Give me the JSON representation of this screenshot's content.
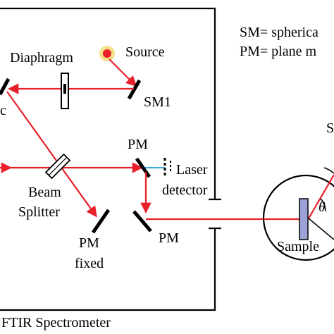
{
  "legend": {
    "sm": "SM= spherica",
    "pm": "PM= plane m"
  },
  "labels": {
    "source": "Source",
    "diaphragm": "Diaphragm",
    "sm1": "SM1",
    "pm_top": "PM",
    "laser_line1": "Laser",
    "laser_line2": "detector",
    "beam_line1": "Beam",
    "beam_line2": "Splitter",
    "pm_fixed_line1": "PM",
    "pm_fixed_line2": "fixed",
    "pm_bottom": "PM",
    "ftir": "FTIR Spectrometer",
    "sample": "Sample",
    "edge_s": "S",
    "theta": "θ",
    "edge_c": "c"
  },
  "colors": {
    "beam": "#e8202a",
    "laser": "#3aa6d9",
    "source_glow": "#f7e08a",
    "sample_fill": "#9aa2d8"
  }
}
